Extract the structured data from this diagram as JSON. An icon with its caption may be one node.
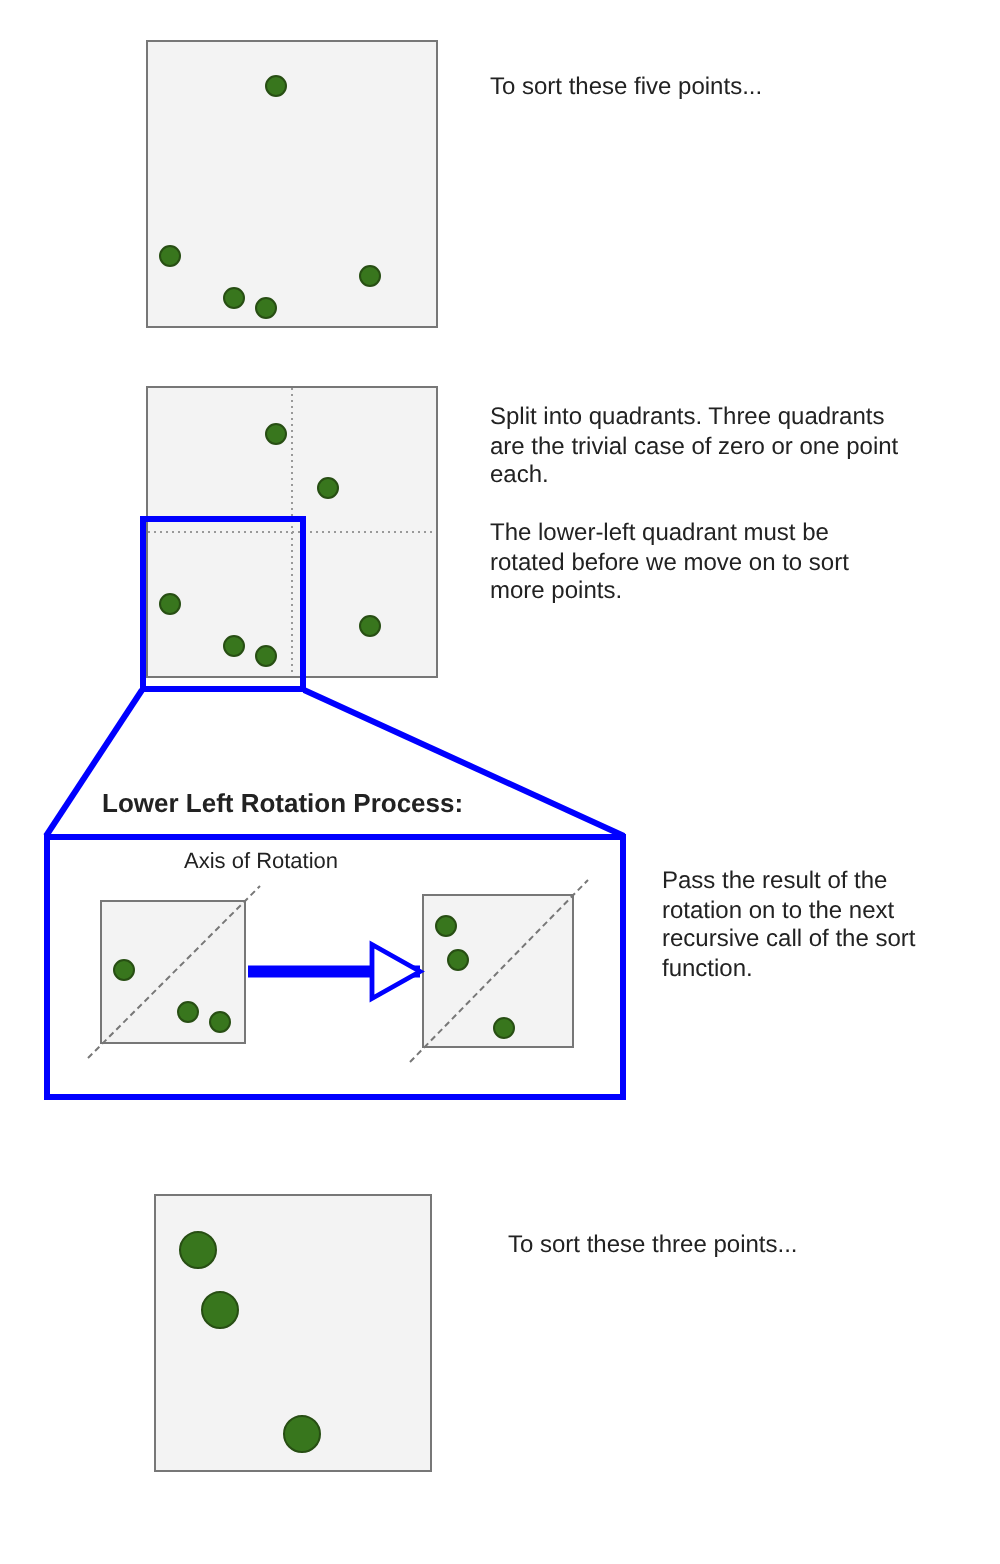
{
  "diagram": {
    "nodes": [
      {
        "text": [],
        "shape": "box",
        "beside": [
          "To sort these five points..."
        ]
      },
      {
        "text": [],
        "shape": "box",
        "beside": [
          "Split into quadrants. Three quadrants are the trivial case of zero or one point each.",
          "The lower-left quadrant must be rotated before we move on to sort more points."
        ]
      },
      {
        "text": [],
        "shape": "box"
      },
      {
        "text": [
          "Lower Left Rotation Process:"
        ],
        "beside": [
          "Pass the result of the rotation on to the next recursive call of the sort function."
        ]
      },
      {
        "text": [],
        "shape": "box",
        "in": 3
      },
      {
        "text": [],
        "shape": "box",
        "in": 3
      },
      {
        "text": [],
        "shape": "box",
        "beside": [
          "To sort these three points..."
        ]
      }
    ],
    "edges": [
      {
        "from": 2,
        "to": 3,
        "arrow": "none"
      },
      {
        "from": 2,
        "to": 3,
        "arrow": "none"
      },
      {
        "from": 4,
        "to": 5,
        "arrow": "to",
        "style": "thick"
      }
    ],
    "labels": [
      "Axis of Rotation"
    ]
  }
}
